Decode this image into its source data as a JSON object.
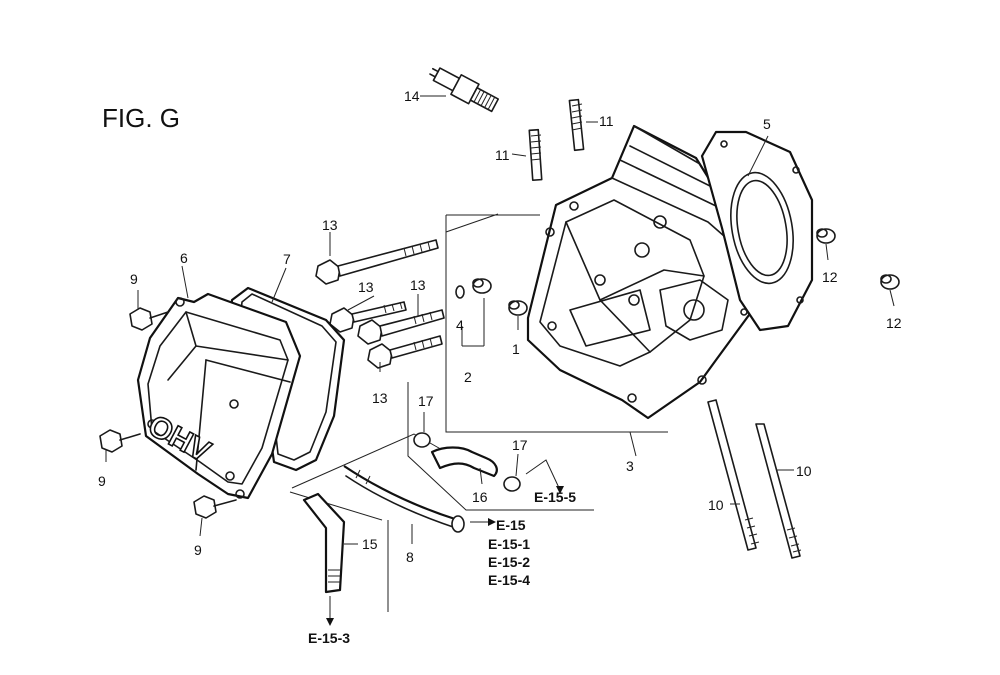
{
  "figure_title": "FIG. G",
  "cover_marking": "OHV",
  "callouts": {
    "c1": "1",
    "c2": "2",
    "c3": "3",
    "c4": "4",
    "c5": "5",
    "c6": "6",
    "c7": "7",
    "c8": "8",
    "c9a": "9",
    "c9b": "9",
    "c9c": "9",
    "c10a": "10",
    "c10b": "10",
    "c11a": "11",
    "c11b": "11",
    "c12a": "12",
    "c12b": "12",
    "c13a": "13",
    "c13b": "13",
    "c13c": "13",
    "c13d": "13",
    "c14": "14",
    "c15": "15",
    "c16": "16",
    "c17a": "17",
    "c17b": "17"
  },
  "references": {
    "e15": "E-15",
    "e15_1": "E-15-1",
    "e15_2": "E-15-2",
    "e15_4": "E-15-4",
    "e15_3": "E-15-3",
    "e15_5": "E-15-5"
  }
}
